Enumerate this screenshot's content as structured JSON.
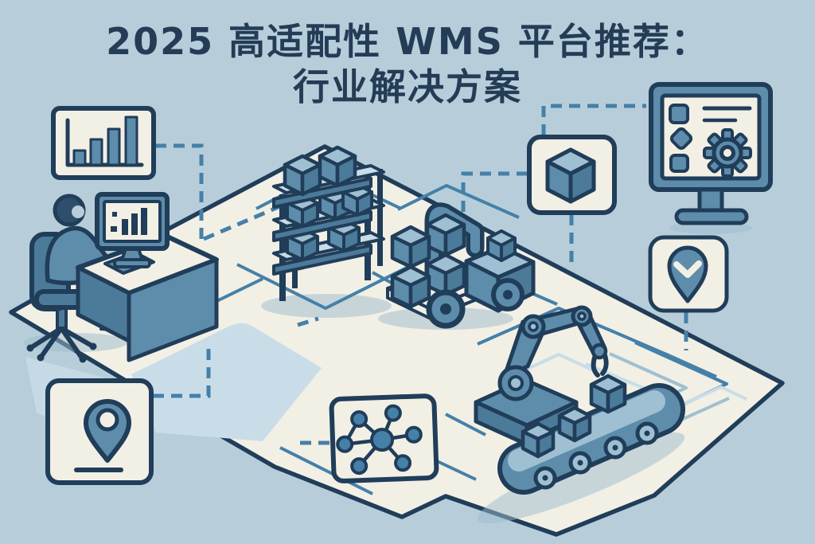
{
  "title": {
    "line1": "2025 高适配性 WMS 平台推荐：",
    "line2": "行业解决方案"
  },
  "colors": {
    "background": "#b7ceda",
    "floor": "#f2efe5",
    "outline": "#203d59",
    "title": "#243c55",
    "blue_mid": "#5e8cab",
    "blue_dark": "#4c7a99",
    "blue_light": "#9fc0d2",
    "blue_pale": "#c9dde8",
    "dashed_line": "#4580a8",
    "person_dark": "#2e4e6b",
    "shadow": "#9cbccd"
  },
  "cards": [
    {
      "name": "bar-chart-card",
      "icon": "bar-chart-icon"
    },
    {
      "name": "cube-card",
      "icon": "cube-icon"
    },
    {
      "name": "monitor-settings-card",
      "icon": "gear-icon"
    },
    {
      "name": "pin-check-card",
      "icon": "pin-check-icon"
    },
    {
      "name": "map-pin-card",
      "icon": "map-pin-icon"
    },
    {
      "name": "network-card",
      "icon": "network-icon"
    }
  ],
  "scene": {
    "objects": [
      "person-at-desk",
      "office-chair",
      "desk-computer",
      "storage-rack-with-boxes",
      "forklift-with-pallet",
      "robot-arm",
      "conveyor-belt-with-boxes"
    ],
    "connector_style": "dashed"
  }
}
